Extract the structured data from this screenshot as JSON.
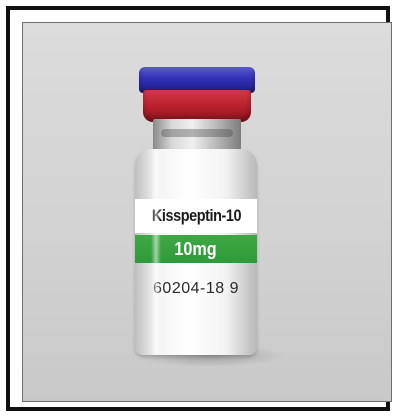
{
  "photo": {
    "vial": {
      "label_name": "Kisspeptin-10",
      "label_dose": "10mg",
      "label_lot": "60204-18 9",
      "cap_color": "#3232b8",
      "crimp_color": "#c0222e",
      "band_color": "#35a040"
    }
  }
}
